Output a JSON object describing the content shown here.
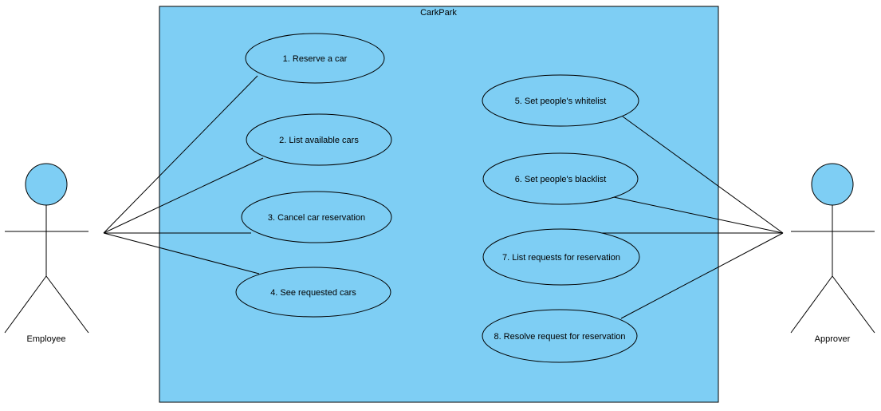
{
  "system": {
    "name": "CarkPark",
    "fill_color": "#7ecef4",
    "border_color": "#000000"
  },
  "actors": {
    "employee": {
      "name": "Employee",
      "head_color": "#7ecef4"
    },
    "approver": {
      "name": "Approver",
      "head_color": "#7ecef4"
    }
  },
  "use_cases": {
    "uc1": "1. Reserve a car",
    "uc2": "2. List available cars",
    "uc3": "3. Cancel car reservation",
    "uc4": "4. See requested cars",
    "uc5": "5. Set people's whitelist",
    "uc6": "6. Set people's blacklist",
    "uc7": "7. List requests for reservation",
    "uc8": "8. Resolve request for reservation"
  }
}
